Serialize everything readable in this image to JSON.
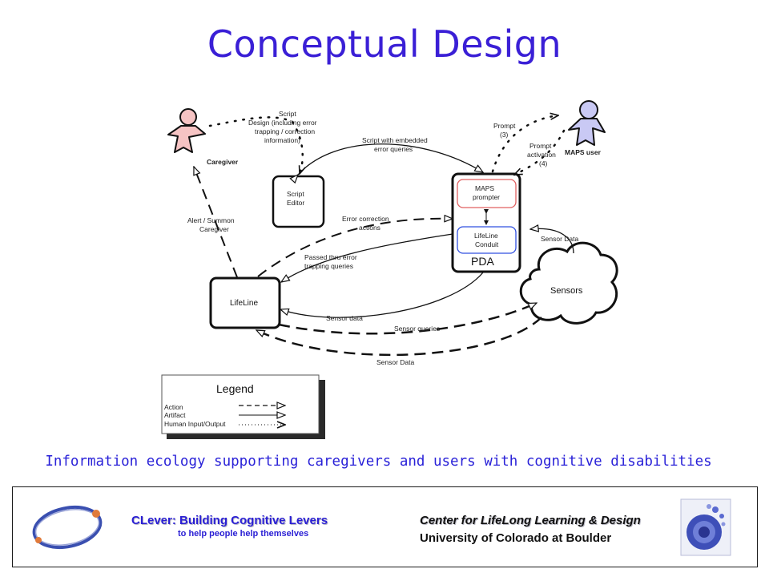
{
  "title": "Conceptual Design",
  "diagram": {
    "caregiver_label": "Caregiver",
    "maps_user_label": "MAPS user",
    "script_editor": [
      "Script",
      "Editor"
    ],
    "lifeline_label": "LifeLine",
    "pda_label": "PDA",
    "maps_prompter": [
      "MAPS",
      "prompter"
    ],
    "lifeline_conduit": [
      "LifeLine",
      "Conduit"
    ],
    "sensors_label": "Sensors",
    "script_design_text": [
      "Script",
      "Design (including error",
      "trapping / correction",
      "information)"
    ],
    "script_embedded_text": [
      "Script with embedded",
      "error queries"
    ],
    "prompt_text": [
      "Prompt",
      "(3)"
    ],
    "prompt_activation_text": [
      "Prompt",
      "activation",
      "(4)"
    ],
    "alert_text": [
      "Alert /  Summon",
      "Caregiver"
    ],
    "error_correction_text": [
      "Error correction",
      "actions"
    ],
    "passed_thru_text": [
      "Passed thru error",
      "trapping  queries"
    ],
    "sensor_data_top": "Sensor Data",
    "sensor_data_mid": "Sensor data",
    "sensor_queries": "Sensor queries",
    "sensor_data_bottom": "Sensor Data"
  },
  "legend": {
    "title": "Legend",
    "items": [
      "Action",
      "Artifact",
      "Human Input/Output"
    ]
  },
  "caption": "Information ecology supporting caregivers and users with cognitive disabilities",
  "footer": {
    "clever": "CLever: Building Cognitive Levers",
    "tagline": "to help people help themselves",
    "center": "Center for LifeLong Learning & Design",
    "university": "University of Colorado at Boulder"
  },
  "colors": {
    "title": "#3a1fd6",
    "caregiver_fill": "#f6c4c4",
    "maps_user_fill": "#c9c9f4",
    "prompter_border": "#e06060",
    "conduit_border": "#3050e0"
  }
}
